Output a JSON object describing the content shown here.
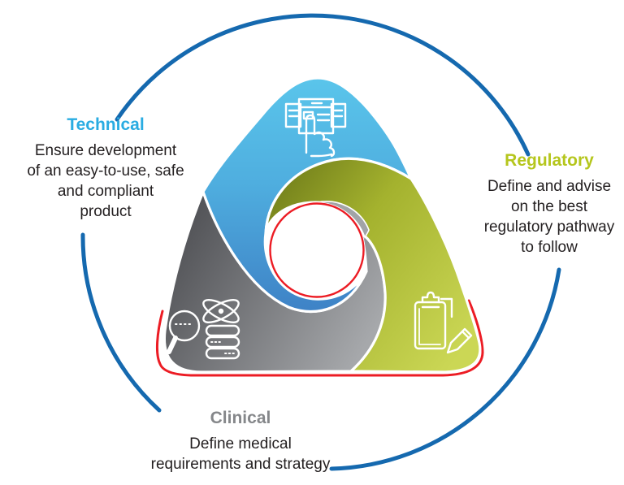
{
  "diagram": {
    "title_hint": "Technical / Regulatory / Clinical interlocking triangle diagram",
    "sections": {
      "technical": {
        "title": "Technical",
        "description": "Ensure development\nof an easy-to-use, safe\nand compliant\nproduct",
        "accent_color": "#2AACE2",
        "fill_color": "#4FAADE",
        "icon": "touch-interface-icon"
      },
      "regulatory": {
        "title": "Regulatory",
        "description": "Define and advise\non the best\nregulatory pathway\nto follow",
        "accent_color": "#B5C61D",
        "fill_color": "#C9D550",
        "icon": "clipboard-pencil-icon"
      },
      "clinical": {
        "title": "Clinical",
        "description": "Define medical\nrequirements and strategy",
        "accent_color": "#85878A",
        "fill_color": "#8A8C8F",
        "icon": "research-data-icon"
      }
    },
    "colors": {
      "outer_circle": "#1569AF",
      "red_accent": "#EC1C24",
      "icon_stroke": "#FFFFFF"
    }
  }
}
